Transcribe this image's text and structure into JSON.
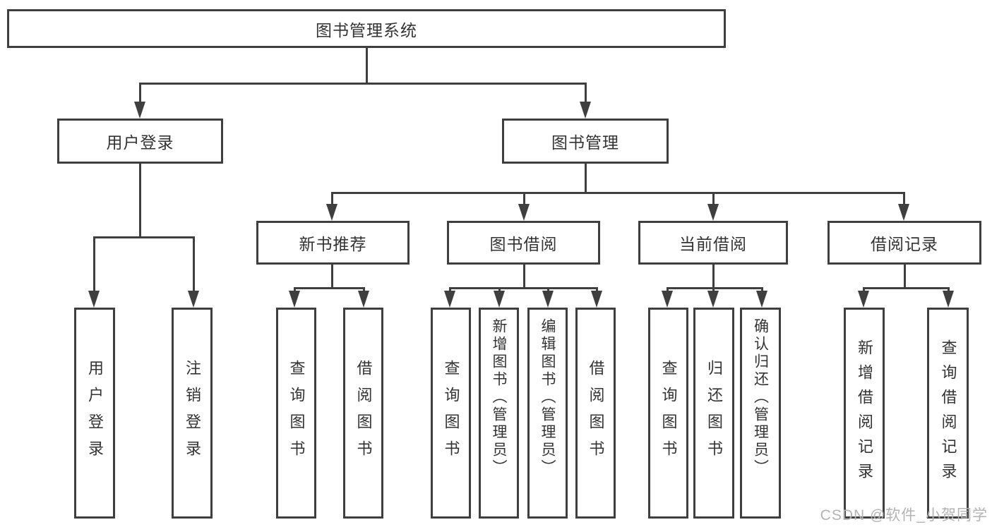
{
  "diagram": {
    "root": {
      "label": "图书管理系统"
    },
    "level2": [
      {
        "id": "user-login",
        "label": "用户登录"
      },
      {
        "id": "book-management",
        "label": "图书管理"
      }
    ],
    "level3": [
      {
        "id": "new-book-recommend",
        "label": "新书推荐"
      },
      {
        "id": "book-borrow",
        "label": "图书借阅"
      },
      {
        "id": "current-borrow",
        "label": "当前借阅"
      },
      {
        "id": "borrow-records",
        "label": "借阅记录"
      }
    ],
    "leaves": {
      "user_login": [
        "用户登录",
        "注销登录"
      ],
      "new_books": [
        "查询图书",
        "借阅图书"
      ],
      "book_borrow": [
        "查询图书",
        "新增图书（管理员）",
        "编辑图书（管理员）",
        "借阅图书"
      ],
      "current_borrow": [
        "查询图书",
        "归还图书",
        "确认归还（管理员）"
      ],
      "borrow_records": [
        "新增借阅记录",
        "查询借阅记录"
      ]
    }
  },
  "watermark": "CSDN @软件_小贺同学",
  "colors": {
    "line": "#3f3f3f",
    "text": "#333333",
    "watermark": "#b3b3b3",
    "background": "#ffffff"
  }
}
